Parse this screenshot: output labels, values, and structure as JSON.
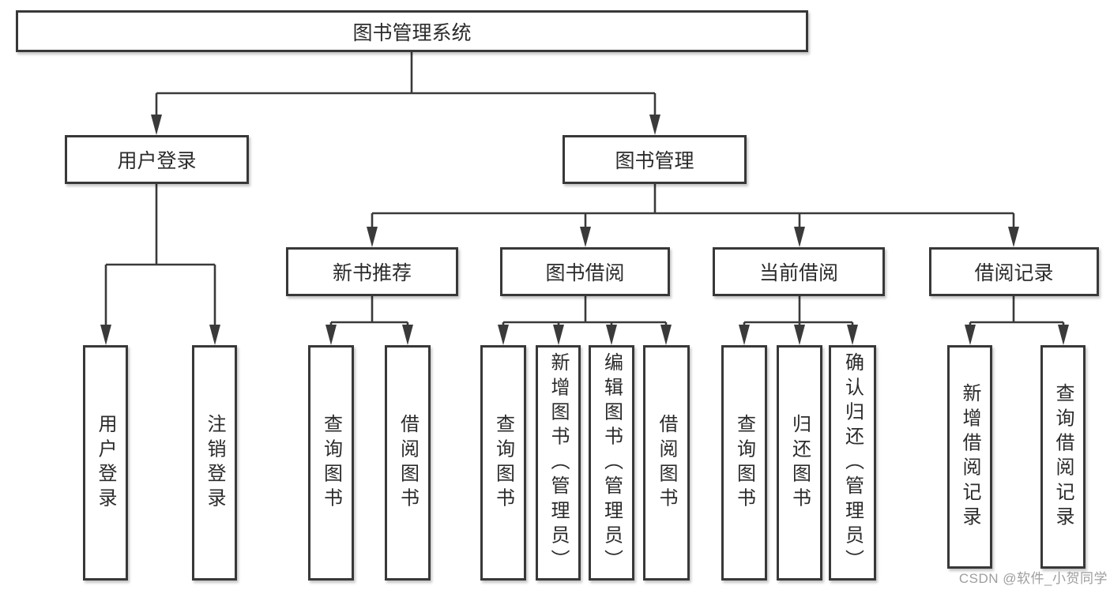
{
  "title": "图书管理系统",
  "watermark": "CSDN @软件_小贺同学",
  "colors": {
    "line": "#3a3a3a",
    "border": "#383838",
    "text": "#2b2b2b",
    "watermark": "#9e9e9e",
    "background": "#ffffff"
  },
  "nodes": {
    "root": {
      "label": "图书管理系统"
    },
    "userLogin": {
      "label": "用户登录"
    },
    "bookMgmt": {
      "label": "图书管理"
    },
    "newBookRec": {
      "label": "新书推荐"
    },
    "bookBorrow": {
      "label": "图书借阅"
    },
    "currentBorrow": {
      "label": "当前借阅"
    },
    "borrowRecord": {
      "label": "借阅记录"
    },
    "leafUserLogin": {
      "label": "用户登录"
    },
    "leafLogout": {
      "label": "注销登录"
    },
    "leafQueryBook1": {
      "label": "查询图书"
    },
    "leafBorrowBook1": {
      "label": "借阅图书"
    },
    "leafQueryBook2": {
      "label": "查询图书"
    },
    "leafAddBook": {
      "label": "新增图书（管理员）"
    },
    "leafEditBook": {
      "label": "编辑图书（管理员）"
    },
    "leafBorrowBook2": {
      "label": "借阅图书"
    },
    "leafQueryBook3": {
      "label": "查询图书"
    },
    "leafReturnBook": {
      "label": "归还图书"
    },
    "leafConfirmReturn": {
      "label": "确认归还（管理员）"
    },
    "leafAddRecord": {
      "label": "新增借阅记录"
    },
    "leafQueryRecord": {
      "label": "查询借阅记录"
    }
  },
  "hierarchy": {
    "图书管理系统": {
      "用户登录": [
        "用户登录",
        "注销登录"
      ],
      "图书管理": {
        "新书推荐": [
          "查询图书",
          "借阅图书"
        ],
        "图书借阅": [
          "查询图书",
          "新增图书（管理员）",
          "编辑图书（管理员）",
          "借阅图书"
        ],
        "当前借阅": [
          "查询图书",
          "归还图书",
          "确认归还（管理员）"
        ],
        "借阅记录": [
          "新增借阅记录",
          "查询借阅记录"
        ]
      }
    }
  }
}
